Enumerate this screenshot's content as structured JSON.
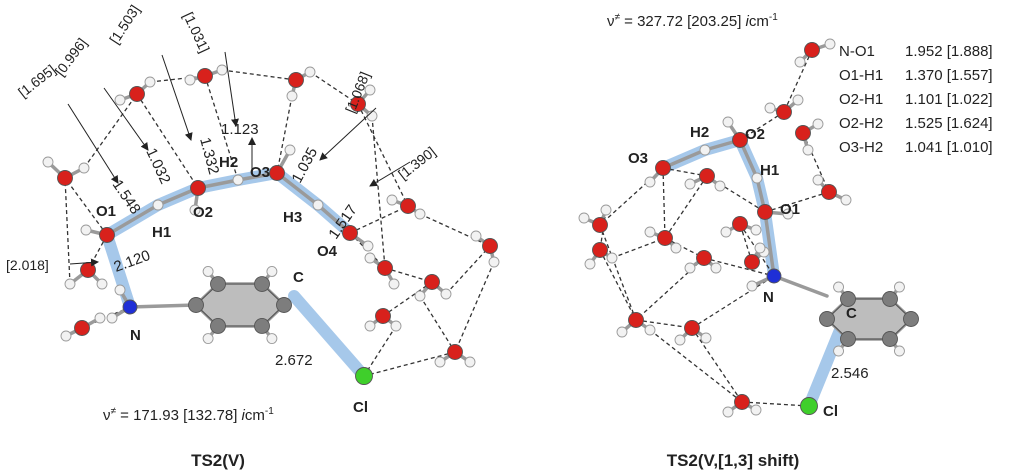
{
  "colors": {
    "oxygen": "#d8211c",
    "hydrogen": "#f2f2f2",
    "nitrogen": "#1f2fd6",
    "carbon": "#7d7d7d",
    "chlorine": "#3fcf2b",
    "highlight": "#9cc2e8",
    "ring_fill": "#bdbdbd",
    "hbond": "#333333"
  },
  "left_panel": {
    "title": "TS2(V)",
    "frequency": {
      "prefix": "ν",
      "sup1": "≠",
      "value": " = 171.93 [132.78] ",
      "unit_italic": "i",
      "unit": "cm",
      "sup2": "-1"
    },
    "atom_labels": {
      "O1": "O1",
      "O2": "O2",
      "O3": "O3",
      "O4": "O4",
      "H1": "H1",
      "H2": "H2",
      "H3": "H3",
      "N": "N",
      "C": "C",
      "Cl": "Cl"
    },
    "distances": [
      "1.548",
      "1.032",
      "1.332",
      "1.123",
      "1.035",
      "1.517",
      "2.120",
      "2.672"
    ],
    "brackets": [
      "[1.695]",
      "[0.996]",
      "[1.503]",
      "[1.031]",
      "[1.068]",
      "[1.390]",
      "[2.018]"
    ]
  },
  "right_panel": {
    "title": "TS2(V,[1,3] shift)",
    "frequency": {
      "prefix": "ν",
      "sup1": "≠",
      "value": " = 327.72 [203.25] ",
      "unit_italic": "i",
      "unit": "cm",
      "sup2": "-1"
    },
    "atom_labels": {
      "O1": "O1",
      "O2": "O2",
      "O3": "O3",
      "H1": "H1",
      "H2": "H2",
      "N": "N",
      "C": "C",
      "Cl": "Cl"
    },
    "distances": [
      "2.546"
    ],
    "table": [
      {
        "bond": "N-O1",
        "value": "1.952 [1.888]"
      },
      {
        "bond": "O1-H1",
        "value": "1.370 [1.557]"
      },
      {
        "bond": "O2-H1",
        "value": "1.101 [1.022]"
      },
      {
        "bond": "O2-H2",
        "value": "1.525 [1.624]"
      },
      {
        "bond": "O3-H2",
        "value": "1.041 [1.010]"
      }
    ]
  }
}
